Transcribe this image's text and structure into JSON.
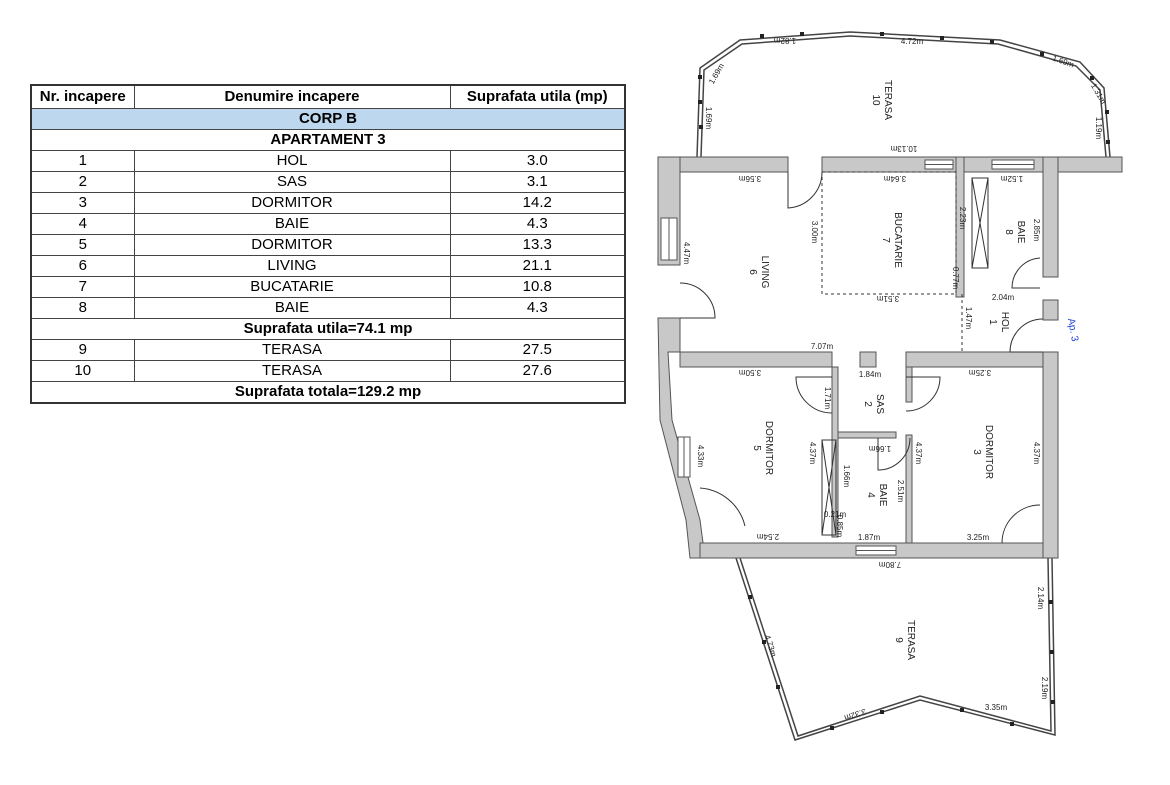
{
  "table": {
    "headers": [
      "Nr. incapere",
      "Denumire incapere",
      "Suprafata utila (mp)"
    ],
    "corp": "CORP B",
    "apartment": "APARTAMENT 3",
    "rows": [
      {
        "nr": "1",
        "name": "HOL",
        "area": "3.0"
      },
      {
        "nr": "2",
        "name": "SAS",
        "area": "3.1"
      },
      {
        "nr": "3",
        "name": "DORMITOR",
        "area": "14.2"
      },
      {
        "nr": "4",
        "name": "BAIE",
        "area": "4.3"
      },
      {
        "nr": "5",
        "name": "DORMITOR",
        "area": "13.3"
      },
      {
        "nr": "6",
        "name": "LIVING",
        "area": "21.1"
      },
      {
        "nr": "7",
        "name": "BUCATARIE",
        "area": "10.8"
      },
      {
        "nr": "8",
        "name": "BAIE",
        "area": "4.3"
      }
    ],
    "subtotal": "Suprafata utila=74.1 mp",
    "terrace_rows": [
      {
        "nr": "9",
        "name": "TERASA",
        "area": "27.5"
      },
      {
        "nr": "10",
        "name": "TERASA",
        "area": "27.6"
      }
    ],
    "total": "Suprafata totala=129.2 mp"
  },
  "plan": {
    "apartment_tag": "Ap. 3",
    "accent_color": "#1f3fd6",
    "header_fill": "#bdd7ee",
    "wall_color": "#c8c8c8",
    "rooms": [
      {
        "name": "TERASA",
        "nr": "10"
      },
      {
        "name": "LIVING",
        "nr": "6"
      },
      {
        "name": "BUCATARIE",
        "nr": "7"
      },
      {
        "name": "BAIE",
        "nr": "8"
      },
      {
        "name": "HOL",
        "nr": "1"
      },
      {
        "name": "SAS",
        "nr": "2"
      },
      {
        "name": "DORMITOR",
        "nr": "5"
      },
      {
        "name": "BAIE",
        "nr": "4"
      },
      {
        "name": "DORMITOR",
        "nr": "3"
      },
      {
        "name": "TERASA",
        "nr": "9"
      }
    ],
    "dimensions": {
      "t10_a": "1.82m",
      "t10_b": "4.72m",
      "t10_c": "1.69m",
      "t10_d": "1.31m",
      "t10_e": "1.19m",
      "t10_f": "1.69m",
      "t10_g": "1.69m",
      "t10_h": "10.13m",
      "liv_top": "3.56m",
      "liv_left": "4.47m",
      "liv_inner": "3.00m",
      "buc_top": "3.64m",
      "buc_bottom": "3.51m",
      "buc_side": "2.23m",
      "buc_small": "0.77m",
      "baie8_top": "1.52m",
      "baie8_side": "2.85m",
      "baie8_bottom": "2.04m",
      "hol_side": "1.47m",
      "liv_bottom": "7.07m",
      "d5_top": "3.50m",
      "sas_top": "1.84m",
      "sas_side": "1.71m",
      "d3_top": "3.25m",
      "d5_left": "4.33m",
      "d5_right": "4.37m",
      "b4_top": "1.66m",
      "b4_side": "1.66m",
      "b4_right": "2.51m",
      "d3_left": "4.37m",
      "d3_right": "4.37m",
      "b4_s1": "0.21m",
      "b4_s2": "0.85m",
      "d5_bottom": "2.54m",
      "b4_bottom": "1.87m",
      "d3_bottom": "3.25m",
      "bottom_total": "7.80m",
      "t9_a": "2.14m",
      "t9_b": "4.73m",
      "t9_c": "2.19m",
      "t9_d": "3.32m",
      "t9_e": "3.35m"
    }
  }
}
